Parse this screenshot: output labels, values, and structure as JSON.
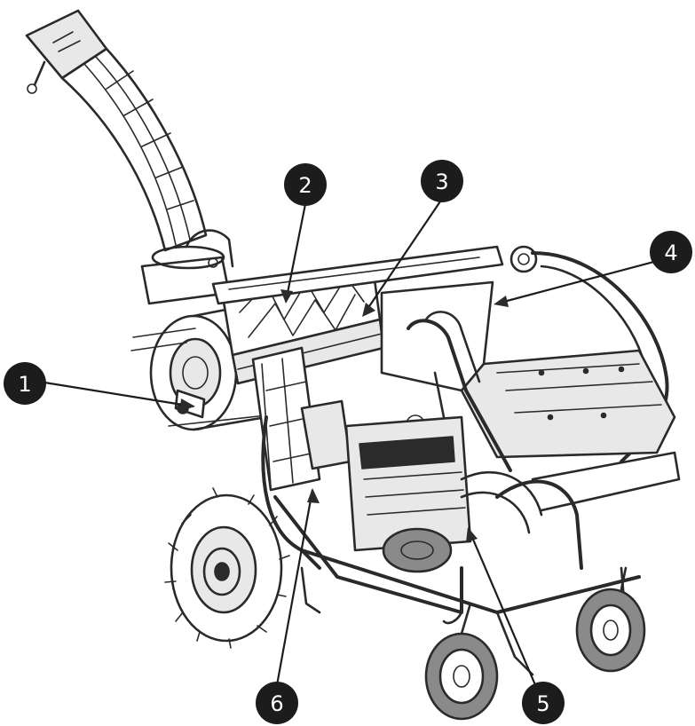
{
  "callouts": [
    {
      "id": "callout-1",
      "label": "1"
    },
    {
      "id": "callout-2",
      "label": "2"
    },
    {
      "id": "callout-3",
      "label": "3"
    },
    {
      "id": "callout-4",
      "label": "4"
    },
    {
      "id": "callout-5",
      "label": "5"
    },
    {
      "id": "callout-6",
      "label": "6"
    }
  ],
  "colors": {
    "callout_fill": "#1c1c1c",
    "callout_text": "#ffffff",
    "line_art": "#2a2a2a",
    "background": "#ffffff"
  }
}
